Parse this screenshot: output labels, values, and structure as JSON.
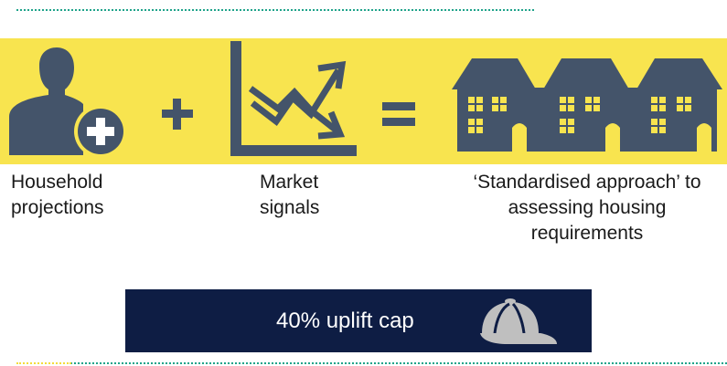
{
  "colors": {
    "band": "#f8e44f",
    "icon": "#44546a",
    "capBox": "#0e1d44",
    "capIcon": "#bfbfbf",
    "dotted": "#1fa38a"
  },
  "icons": {
    "household": "person-plus-icon",
    "plus": "plus-icon",
    "market": "trend-chart-icon",
    "equals": "equals-icon",
    "houses": "terraced-houses-icon",
    "cap": "baseball-cap-icon"
  },
  "labels": {
    "household_line1": "Household",
    "household_line2": "projections",
    "market_line1": "Market",
    "market_line2": "signals",
    "approach_line1": "‘Standardised approach’ to",
    "approach_line2": "assessing housing",
    "approach_line3": "requirements"
  },
  "cap": {
    "text": "40% uplift cap"
  }
}
